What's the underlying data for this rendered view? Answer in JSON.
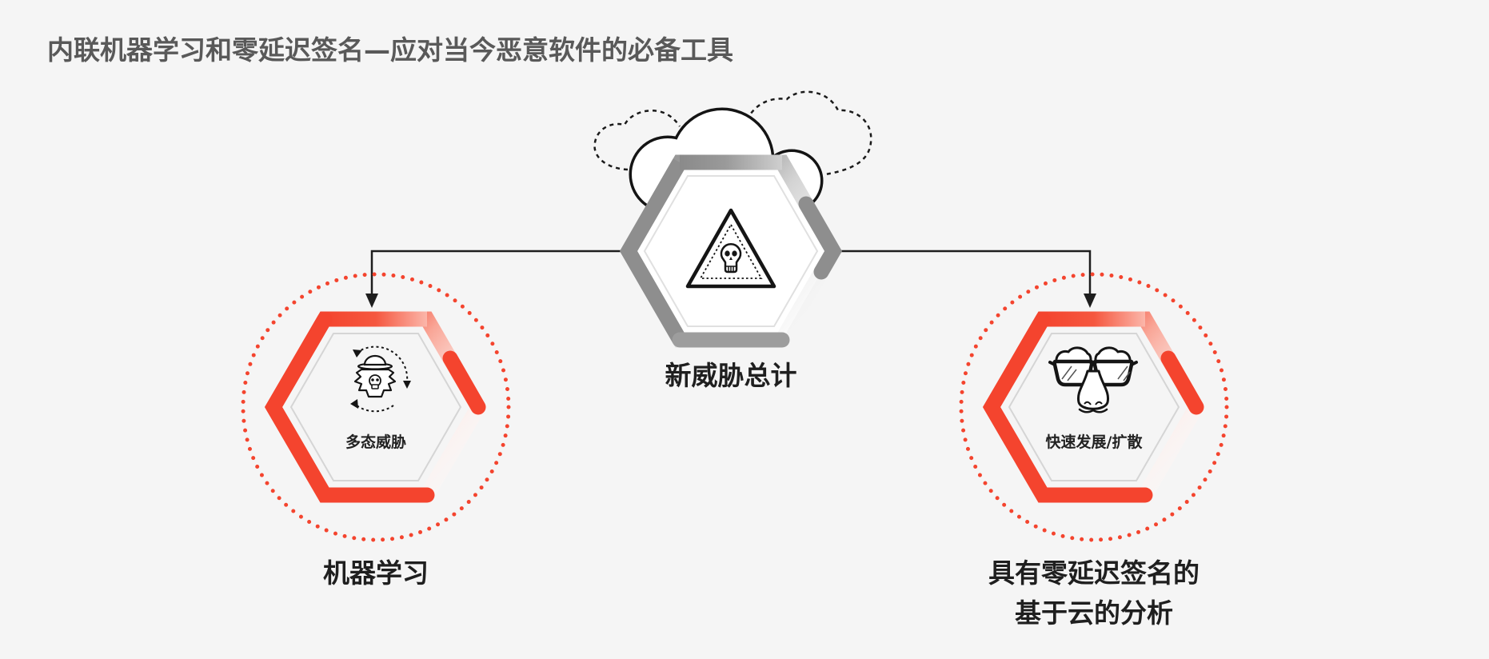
{
  "title": "内联机器学习和零延迟签名—应对当今恶意软件的必备工具",
  "center_node": {
    "label": "新威胁总计",
    "icon": "skull-warning-triangle-icon",
    "backdrop_icon": "cloud-icon"
  },
  "left_node": {
    "inner_label": "多态威胁",
    "label": "机器学习",
    "icon": "polymorphic-monster-icon"
  },
  "right_node": {
    "inner_label": "快速发展/扩散",
    "label_lines": [
      "具有零延迟签名的",
      "基于云的分析"
    ],
    "icon": "disguise-glasses-icon"
  },
  "colors": {
    "background": "#f5f5f5",
    "title": "#595959",
    "accent_red": "#f4442e",
    "neutral_gray": "#8e8e8e"
  }
}
